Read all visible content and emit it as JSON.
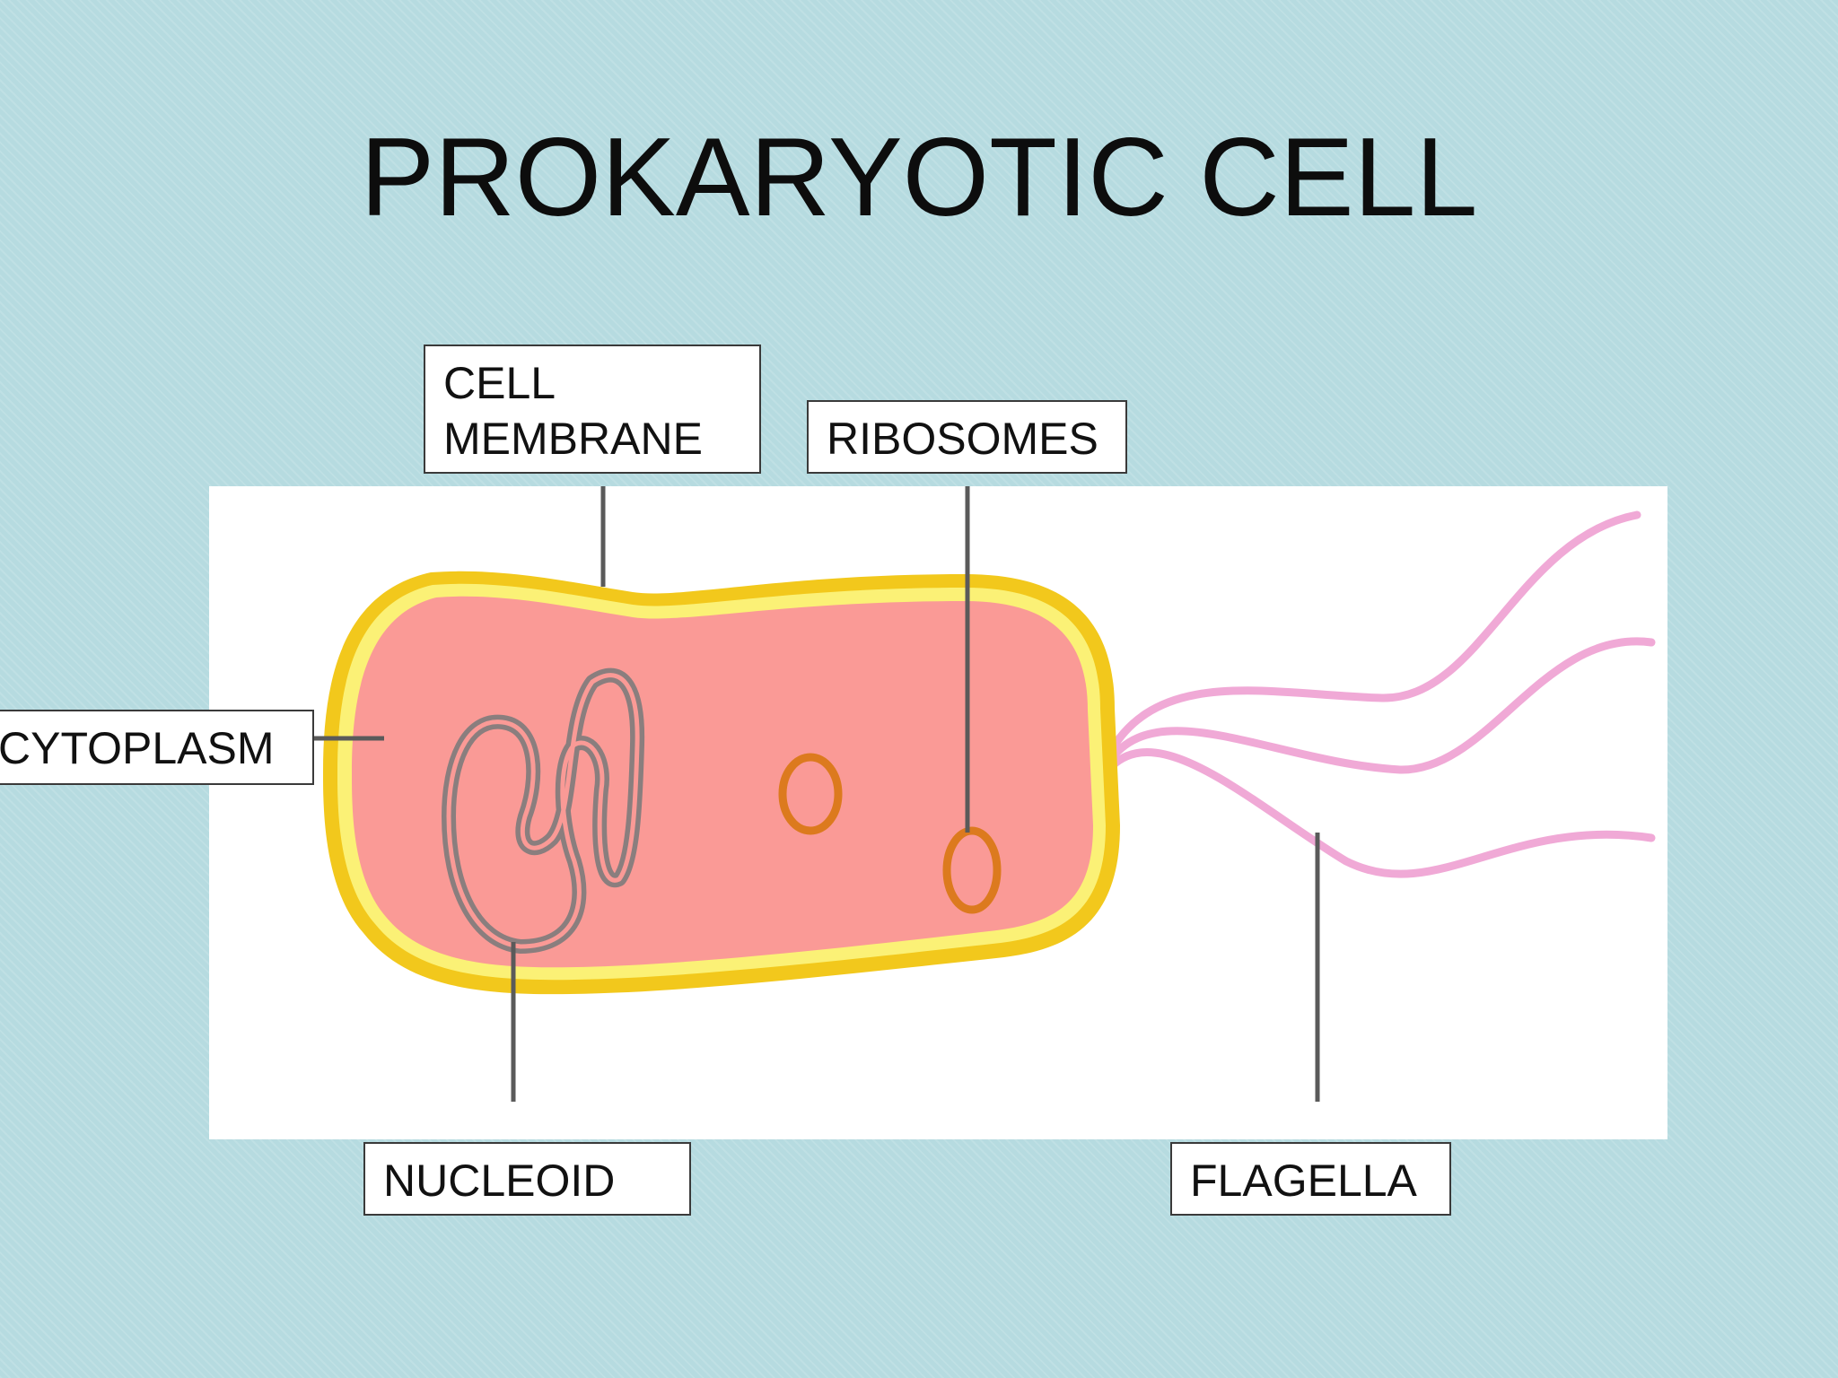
{
  "title": "PROKARYOTIC CELL",
  "labels": {
    "cell_membrane": "CELL\nMEMBRANE",
    "ribosomes": "RIBOSOMES",
    "cytoplasm": "CYTOPLASM",
    "nucleoid": "NUCLEOID",
    "flagella": "FLAGELLA"
  },
  "colors": {
    "background": "#b6dbe0",
    "cytoplasm": "#fa9a96",
    "cell_wall": "#f2c81c",
    "membrane_highlight": "#fbf176",
    "nucleoid": "#8a7e7e",
    "ribosome": "#dc7a1e",
    "flagella": "#f0a9d6",
    "leader_line": "#5a5a5a"
  }
}
